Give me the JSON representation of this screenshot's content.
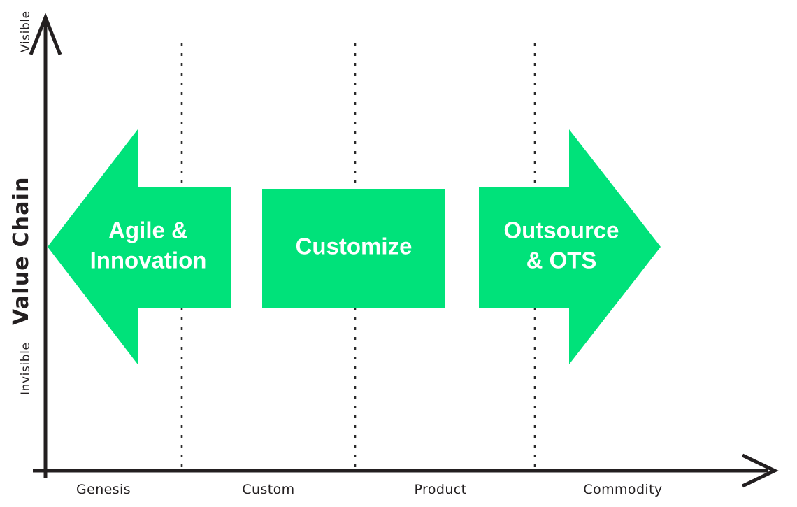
{
  "diagram": {
    "type": "wardley-map-strategy-arrows",
    "background_color": "#ffffff",
    "accent_color": "#00e27a",
    "ink_color": "#231f20",
    "label_text_color": "#ffffff"
  },
  "y_axis": {
    "title": "Value Chain",
    "top_label": "Visible",
    "bottom_label": "Invisible",
    "direction": "up"
  },
  "x_axis": {
    "direction": "right",
    "ticks": [
      {
        "label": "Genesis"
      },
      {
        "label": "Custom"
      },
      {
        "label": "Product"
      },
      {
        "label": "Commodity"
      }
    ]
  },
  "dividers": [
    {
      "name": "genesis-custom-divider"
    },
    {
      "name": "custom-product-divider"
    },
    {
      "name": "product-commodity-divider"
    }
  ],
  "stages": [
    {
      "id": "agile-innovation",
      "shape": "arrow-left",
      "line1": "Agile &",
      "line2": "Innovation",
      "color": "#00e27a"
    },
    {
      "id": "customize",
      "shape": "rectangle",
      "line1": "Customize",
      "line2": "",
      "color": "#00e27a"
    },
    {
      "id": "outsource-ots",
      "shape": "arrow-right",
      "line1": "Outsource",
      "line2": "& OTS",
      "color": "#00e27a"
    }
  ]
}
